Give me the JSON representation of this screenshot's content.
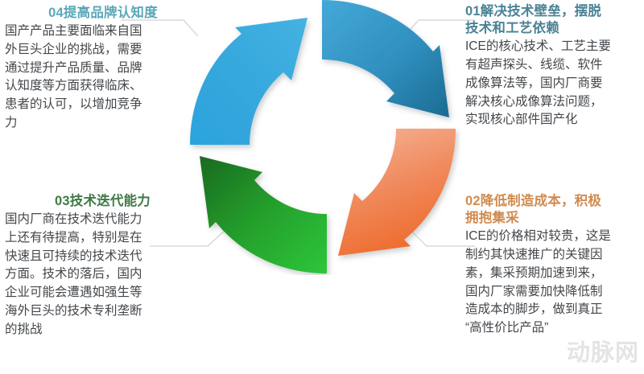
{
  "page": {
    "background_color": "#ffffff",
    "body_text_color": "#43474b"
  },
  "quadrants": [
    {
      "id": "01",
      "position": "top-right",
      "number": "01",
      "title": "01解决技术壁垒，摆脱\n技术和工艺依赖",
      "title_color": "#4a8296",
      "body": "ICE的核心技术、工艺主要\n有超声探头、线缆、软件\n成像算法等，国内厂商要\n解决核心成像算法问题，\n实现核心部件国产化",
      "arrow_color_start": "#3fa3d4",
      "arrow_color_end": "#1d6e96"
    },
    {
      "id": "02",
      "position": "bottom-right",
      "number": "02",
      "title": "02降低制造成本，积极\n拥抱集采",
      "title_color": "#d08b4f",
      "body": "ICE的价格相对较贵，这是\n制约其快速推广的关键因\n素，集采预期加速到来，\n国内厂家需要加快降低制\n造成本的脚步，做到真正\n“高性价比产品”",
      "arrow_color_start": "#f2a882",
      "arrow_color_end": "#ee6a2e"
    },
    {
      "id": "03",
      "position": "bottom-left",
      "number": "03",
      "title": "03技术迭代能力",
      "title_color": "#3f7a44",
      "body": "国内厂商在技术迭代能力\n上还有待提高，特别是在\n快速且可持续的技术迭代\n方面。技术的落后，国内\n企业可能会遭遇如强生等\n海外巨头的技术专利垄断\n的挑战",
      "arrow_color_start": "#2fc23c",
      "arrow_color_end": "#1b6b21"
    },
    {
      "id": "04",
      "position": "top-left",
      "number": "04",
      "title": "04提高品牌认知度",
      "title_color": "#5aa8b8",
      "body": "国产产品主要面临来自国\n外巨头企业的挑战，需要\n通过提升产品质量、品牌\n认知度等方面获得临床、\n患者的认可，以增加竞争\n力",
      "arrow_color_start": "#2fa4dc",
      "arrow_color_end": "#39a9dd"
    }
  ],
  "cycle": {
    "arrow_count": 4,
    "direction": "clockwise",
    "leader_line_color": "#cfd2d4"
  },
  "watermark": {
    "text": "动脉网"
  }
}
